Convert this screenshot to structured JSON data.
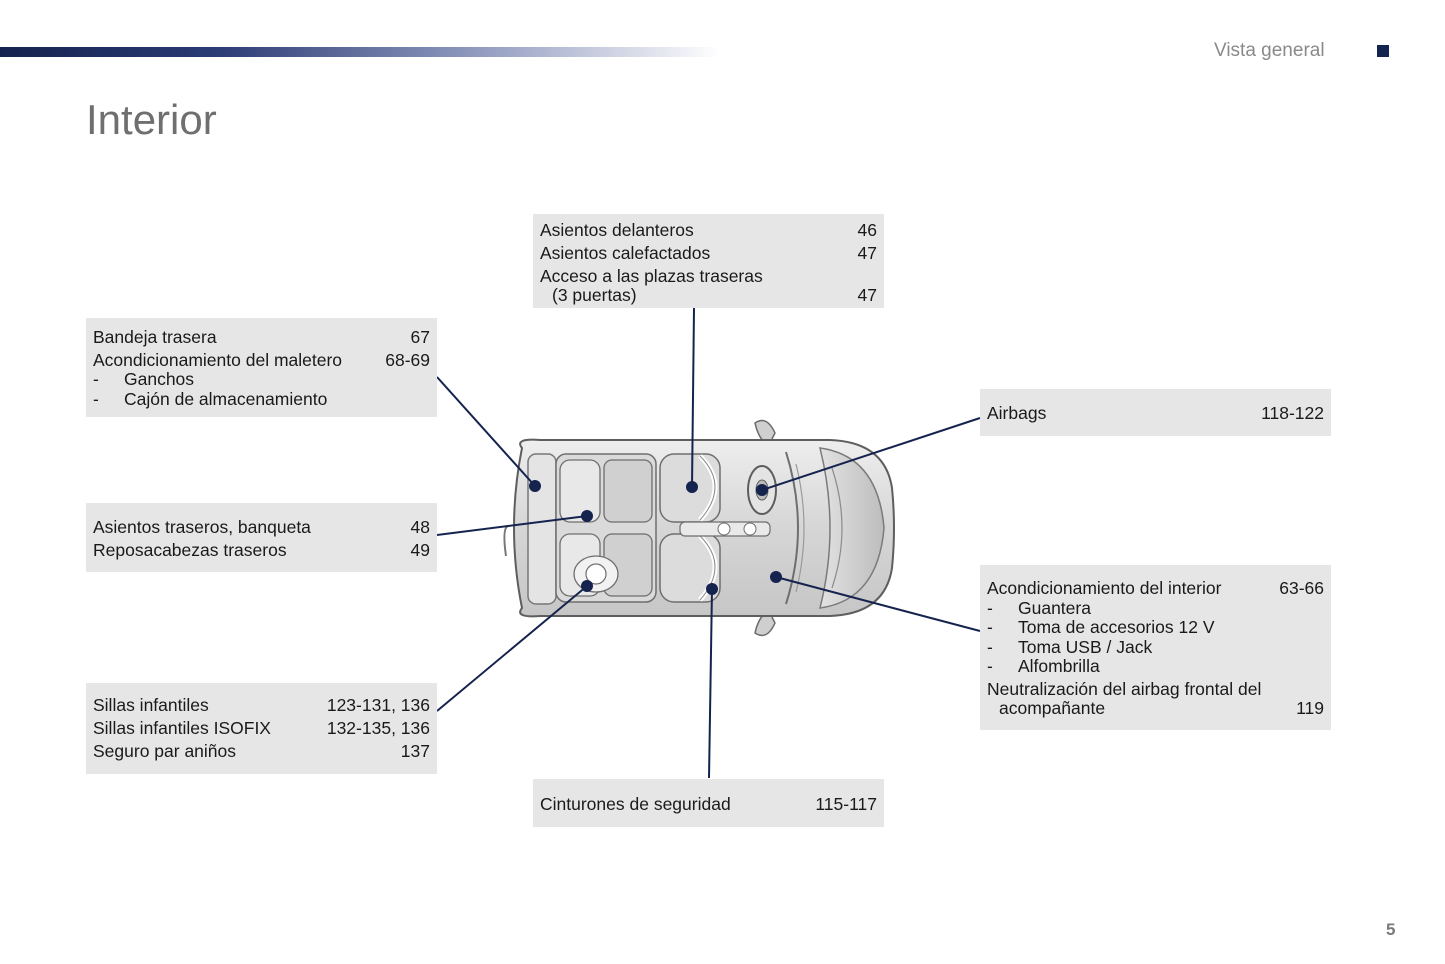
{
  "header": {
    "section": "Vista general",
    "title": "Interior",
    "page_number": "5"
  },
  "boxes": {
    "front_seats": {
      "items": [
        {
          "label": "Asientos delanteros",
          "page": "46"
        },
        {
          "label": "Asientos calefactados",
          "page": "47"
        },
        {
          "label": "Acceso a las plazas traseras",
          "label2": "(3 puertas)",
          "page": "47"
        }
      ]
    },
    "rear_shelf": {
      "items": [
        {
          "label": "Bandeja trasera",
          "page": "67"
        },
        {
          "label": "Acondicionamiento del maletero",
          "page": "68-69"
        },
        {
          "dash": "-",
          "label": "Ganchos"
        },
        {
          "dash": "-",
          "label": "Cajón de almacenamiento"
        }
      ]
    },
    "airbags": {
      "items": [
        {
          "label": "Airbags",
          "page": "118-122"
        }
      ]
    },
    "rear_seats": {
      "items": [
        {
          "label": "Asientos traseros, banqueta",
          "page": "48"
        },
        {
          "label": "Reposacabezas traseros",
          "page": "49"
        }
      ]
    },
    "interior": {
      "items": [
        {
          "label": "Acondicionamiento del interior",
          "page": "63-66"
        },
        {
          "dash": "-",
          "label": "Guantera"
        },
        {
          "dash": "-",
          "label": "Toma de accesorios 12 V"
        },
        {
          "dash": "-",
          "label": "Toma USB / Jack"
        },
        {
          "dash": "-",
          "label": "Alfombrilla"
        },
        {
          "label": "Neutralización del airbag frontal del",
          "label2": "acompañante",
          "page": "119"
        }
      ]
    },
    "child_seats": {
      "items": [
        {
          "label": "Sillas infantiles",
          "page": "123-131, 136"
        },
        {
          "label": "Sillas infantiles ISOFIX",
          "page": "132-135, 136"
        },
        {
          "label": "Seguro par aniños",
          "page": "137"
        }
      ]
    },
    "seatbelts": {
      "items": [
        {
          "label": "Cinturones de seguridad",
          "page": "115-117"
        }
      ]
    }
  },
  "colors": {
    "accent": "#15234f",
    "box_bg": "#e6e6e6",
    "leader": "#15234f"
  },
  "illustration": {
    "icon": "car-top-view-icon"
  }
}
